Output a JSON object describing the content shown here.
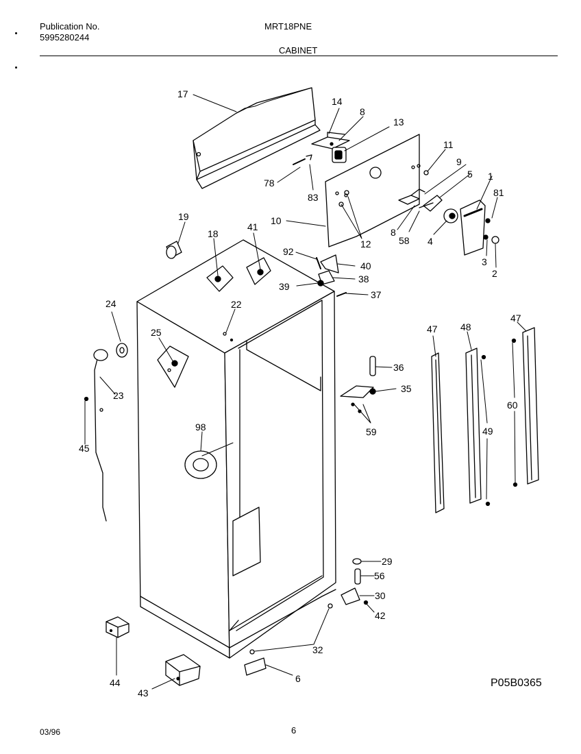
{
  "header": {
    "publication_label": "Publication No.",
    "publication_number": "5995280244",
    "model": "MRT18PNE",
    "section": "CABINET"
  },
  "diagram": {
    "callouts": [
      "1",
      "2",
      "3",
      "4",
      "5",
      "6",
      "8",
      "8",
      "9",
      "10",
      "11",
      "12",
      "13",
      "14",
      "17",
      "18",
      "19",
      "22",
      "23",
      "24",
      "25",
      "29",
      "30",
      "32",
      "35",
      "36",
      "37",
      "38",
      "39",
      "40",
      "41",
      "42",
      "43",
      "44",
      "45",
      "47",
      "47",
      "48",
      "49",
      "56",
      "58",
      "59",
      "60",
      "78",
      "81",
      "83",
      "92",
      "98"
    ]
  },
  "drawing_code": "P05B0365",
  "footer": {
    "date": "03/96",
    "page": "6"
  }
}
